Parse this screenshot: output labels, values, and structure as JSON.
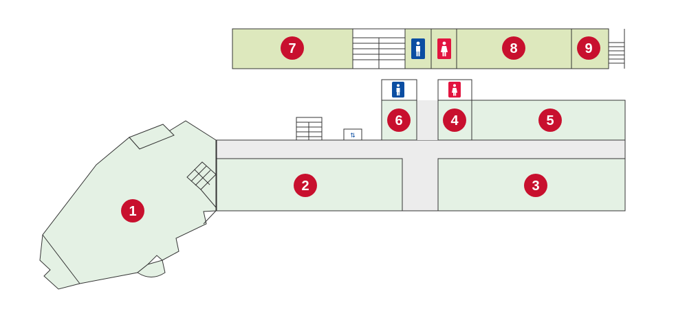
{
  "rooms": [
    {
      "id": "room-1",
      "number": "1"
    },
    {
      "id": "room-2",
      "number": "2"
    },
    {
      "id": "room-3",
      "number": "3"
    },
    {
      "id": "room-4",
      "number": "4"
    },
    {
      "id": "room-5",
      "number": "5"
    },
    {
      "id": "room-6",
      "number": "6"
    },
    {
      "id": "room-7",
      "number": "7"
    },
    {
      "id": "room-8",
      "number": "8"
    },
    {
      "id": "room-9",
      "number": "9"
    }
  ],
  "icons": {
    "mens_restroom": "mens-restroom-icon",
    "womens_restroom": "womens-restroom-icon",
    "elevator": "elevator-icon",
    "stairs": "stairs-icon"
  },
  "colors": {
    "room_fill": "#e4f1e4",
    "upper_floor_fill": "#dde8bd",
    "corridor_fill": "#ececec",
    "marker": "#c8102e",
    "mens": "#0b4ea2",
    "womens": "#e2143f"
  }
}
